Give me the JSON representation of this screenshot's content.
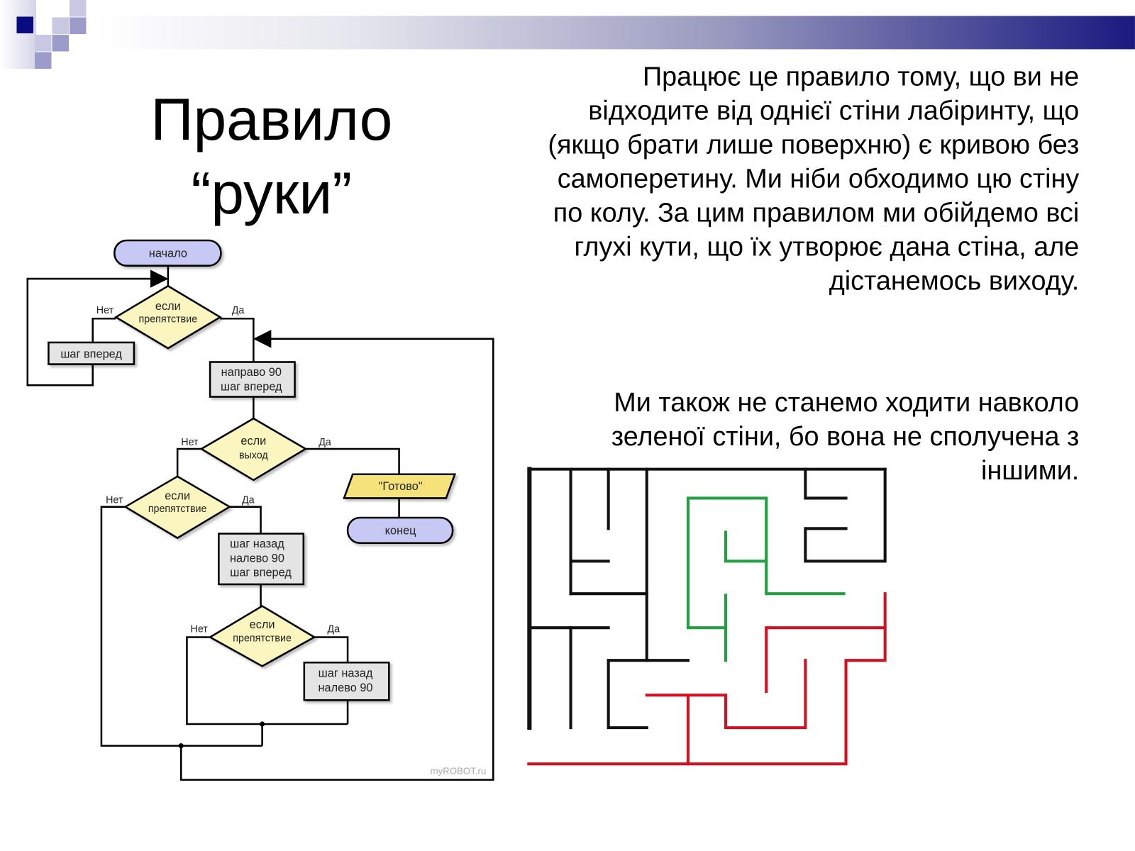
{
  "slide": {
    "title_line1": "Правило",
    "title_line2": "“руки”",
    "paragraph1": "Працює це правило тому, що ви не відходите від однієї стіни лабіринту, що (якщо брати лише поверхню) є кривою без самоперетину. Ми ніби обходимо цю стіну по колу. За цим правилом ми обійдемо всі глухі кути, що їх утворює дана стіна, але дістанемось виходу.",
    "paragraph2": "Ми також не станемо ходити навколо зеленої стіни, бо вона не сполучена з іншими."
  },
  "flowchart": {
    "start": "начало",
    "end": "конец",
    "output": "\"Готово\"",
    "decision1": [
      "если",
      "препятствие"
    ],
    "decision2": [
      "если",
      "выход"
    ],
    "decision3": [
      "если",
      "препятствие"
    ],
    "decision4": [
      "если",
      "препятствие"
    ],
    "box1": [
      "шаг вперед"
    ],
    "box2": [
      "направо 90",
      "шаг вперед"
    ],
    "box3": [
      "шаг назад",
      "налево 90",
      "шаг вперед"
    ],
    "box4": [
      "шаг назад",
      "налево 90"
    ],
    "no": "Нет",
    "yes": "Да",
    "watermark": "myROBOT.ru"
  },
  "colors": {
    "terminal": "#c8c8f5",
    "decision": "#fbf6c0",
    "process": "#e4e4e4",
    "output": "#f5e27a",
    "maze_wall": "#111111",
    "maze_green": "#22a040",
    "maze_red": "#d41020",
    "accent": "#1a1a80"
  }
}
